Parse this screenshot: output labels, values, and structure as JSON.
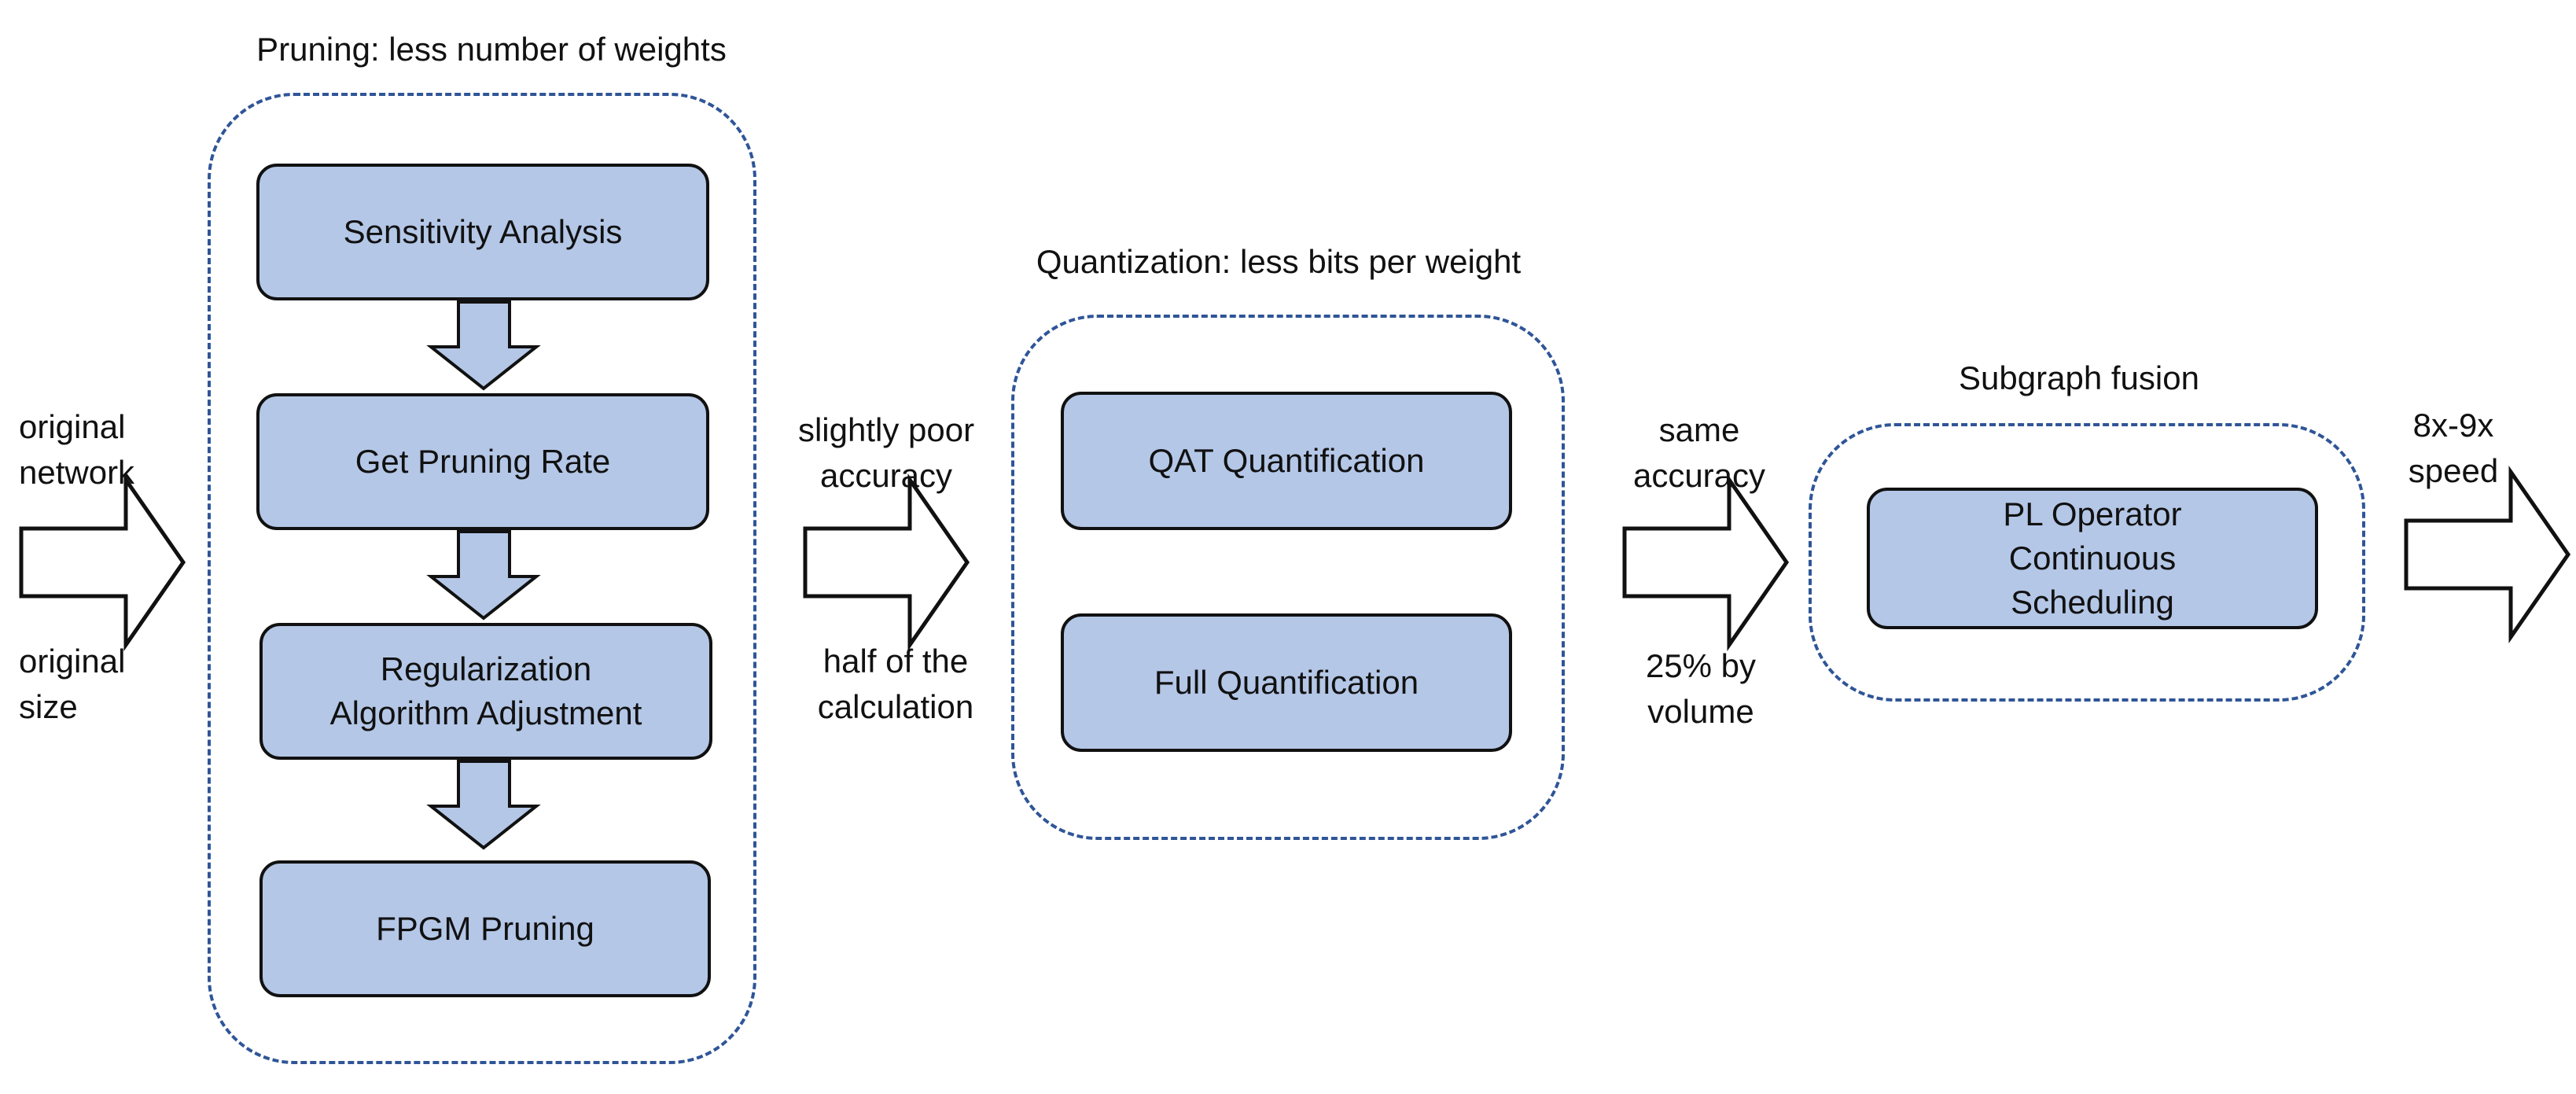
{
  "colors": {
    "box_fill": "#b4c7e7",
    "group_border": "#2f5597",
    "outline": "#111111"
  },
  "left": {
    "top_label": "original\nnetwork",
    "bottom_label": "original\nsize"
  },
  "pruning": {
    "title": "Pruning: less number of weights",
    "steps": [
      "Sensitivity Analysis",
      "Get Pruning Rate",
      "Regularization\nAlgorithm Adjustment",
      "FPGM Pruning"
    ]
  },
  "after_pruning": {
    "top_label": "slightly poor\naccuracy",
    "bottom_label": "half of the\ncalculation"
  },
  "quantization": {
    "title": "Quantization: less bits per weight",
    "steps": [
      "QAT Quantification",
      "Full Quantification"
    ]
  },
  "after_quantization": {
    "top_label": "same\naccuracy",
    "bottom_label": "25% by\nvolume"
  },
  "subgraph": {
    "title": "Subgraph fusion",
    "steps": [
      "PL Operator\nContinuous\nScheduling"
    ]
  },
  "result": {
    "top_label": "8x-9x\nspeed"
  }
}
